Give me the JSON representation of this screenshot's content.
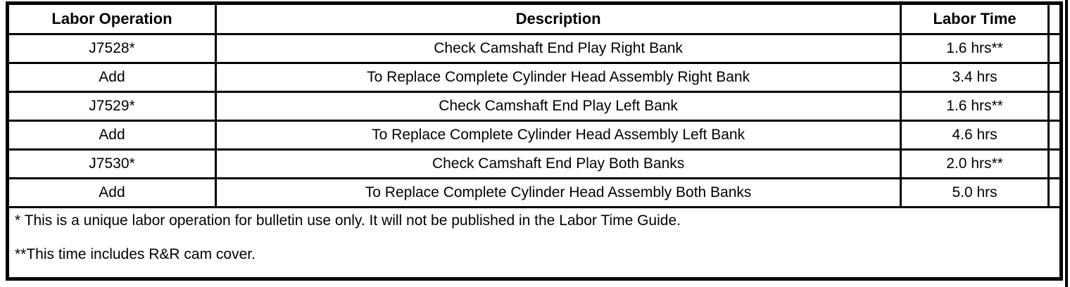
{
  "table": {
    "headers": {
      "op": "Labor Operation",
      "desc": "Description",
      "time": "Labor Time"
    },
    "rows": [
      {
        "op": "J7528*",
        "desc": "Check Camshaft End Play Right Bank",
        "time": "1.6 hrs**"
      },
      {
        "op": "Add",
        "desc": "To Replace Complete Cylinder Head Assembly Right Bank",
        "time": "3.4 hrs"
      },
      {
        "op": "J7529*",
        "desc": "Check Camshaft End Play Left Bank",
        "time": "1.6 hrs**"
      },
      {
        "op": "Add",
        "desc": "To Replace Complete Cylinder Head Assembly Left Bank",
        "time": "4.6 hrs"
      },
      {
        "op": "J7530*",
        "desc": "Check Camshaft End Play Both Banks",
        "time": "2.0 hrs**"
      },
      {
        "op": "Add",
        "desc": "To Replace Complete Cylinder Head Assembly Both Banks",
        "time": "5.0 hrs"
      }
    ],
    "footnotes": [
      "* This is a unique labor operation for bulletin use only. It will not be published in the Labor Time Guide.",
      "**This time includes R&R cam cover."
    ]
  },
  "colors": {
    "border": "#000000",
    "background": "#ffffff",
    "text": "#000000"
  }
}
